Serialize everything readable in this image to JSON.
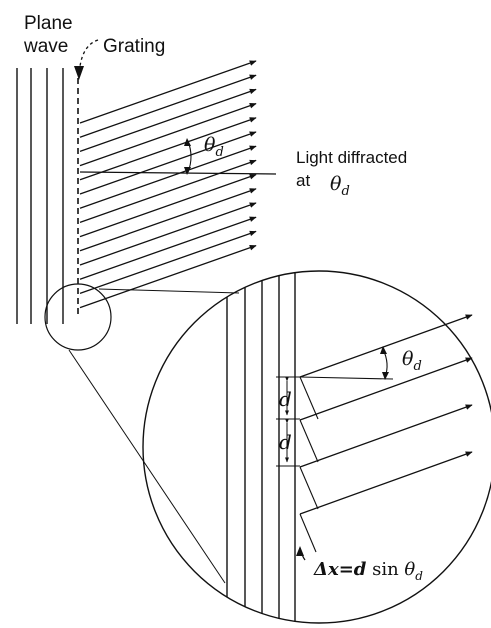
{
  "labels": {
    "plane_wave_line1": "Plane",
    "plane_wave_line2": "wave",
    "grating": "Grating",
    "diffracted_line1": "Light diffracted",
    "diffracted_line2": "at",
    "theta": "θ",
    "theta_sub": "d",
    "spacing": "d",
    "path_difference_prefix": "Δx=",
    "path_difference_d": "d",
    "path_difference_sin": " sin ",
    "path_difference_theta": "θ",
    "path_difference_sub": "d"
  },
  "colors": {
    "ink": "#111111",
    "background": "#ffffff"
  }
}
